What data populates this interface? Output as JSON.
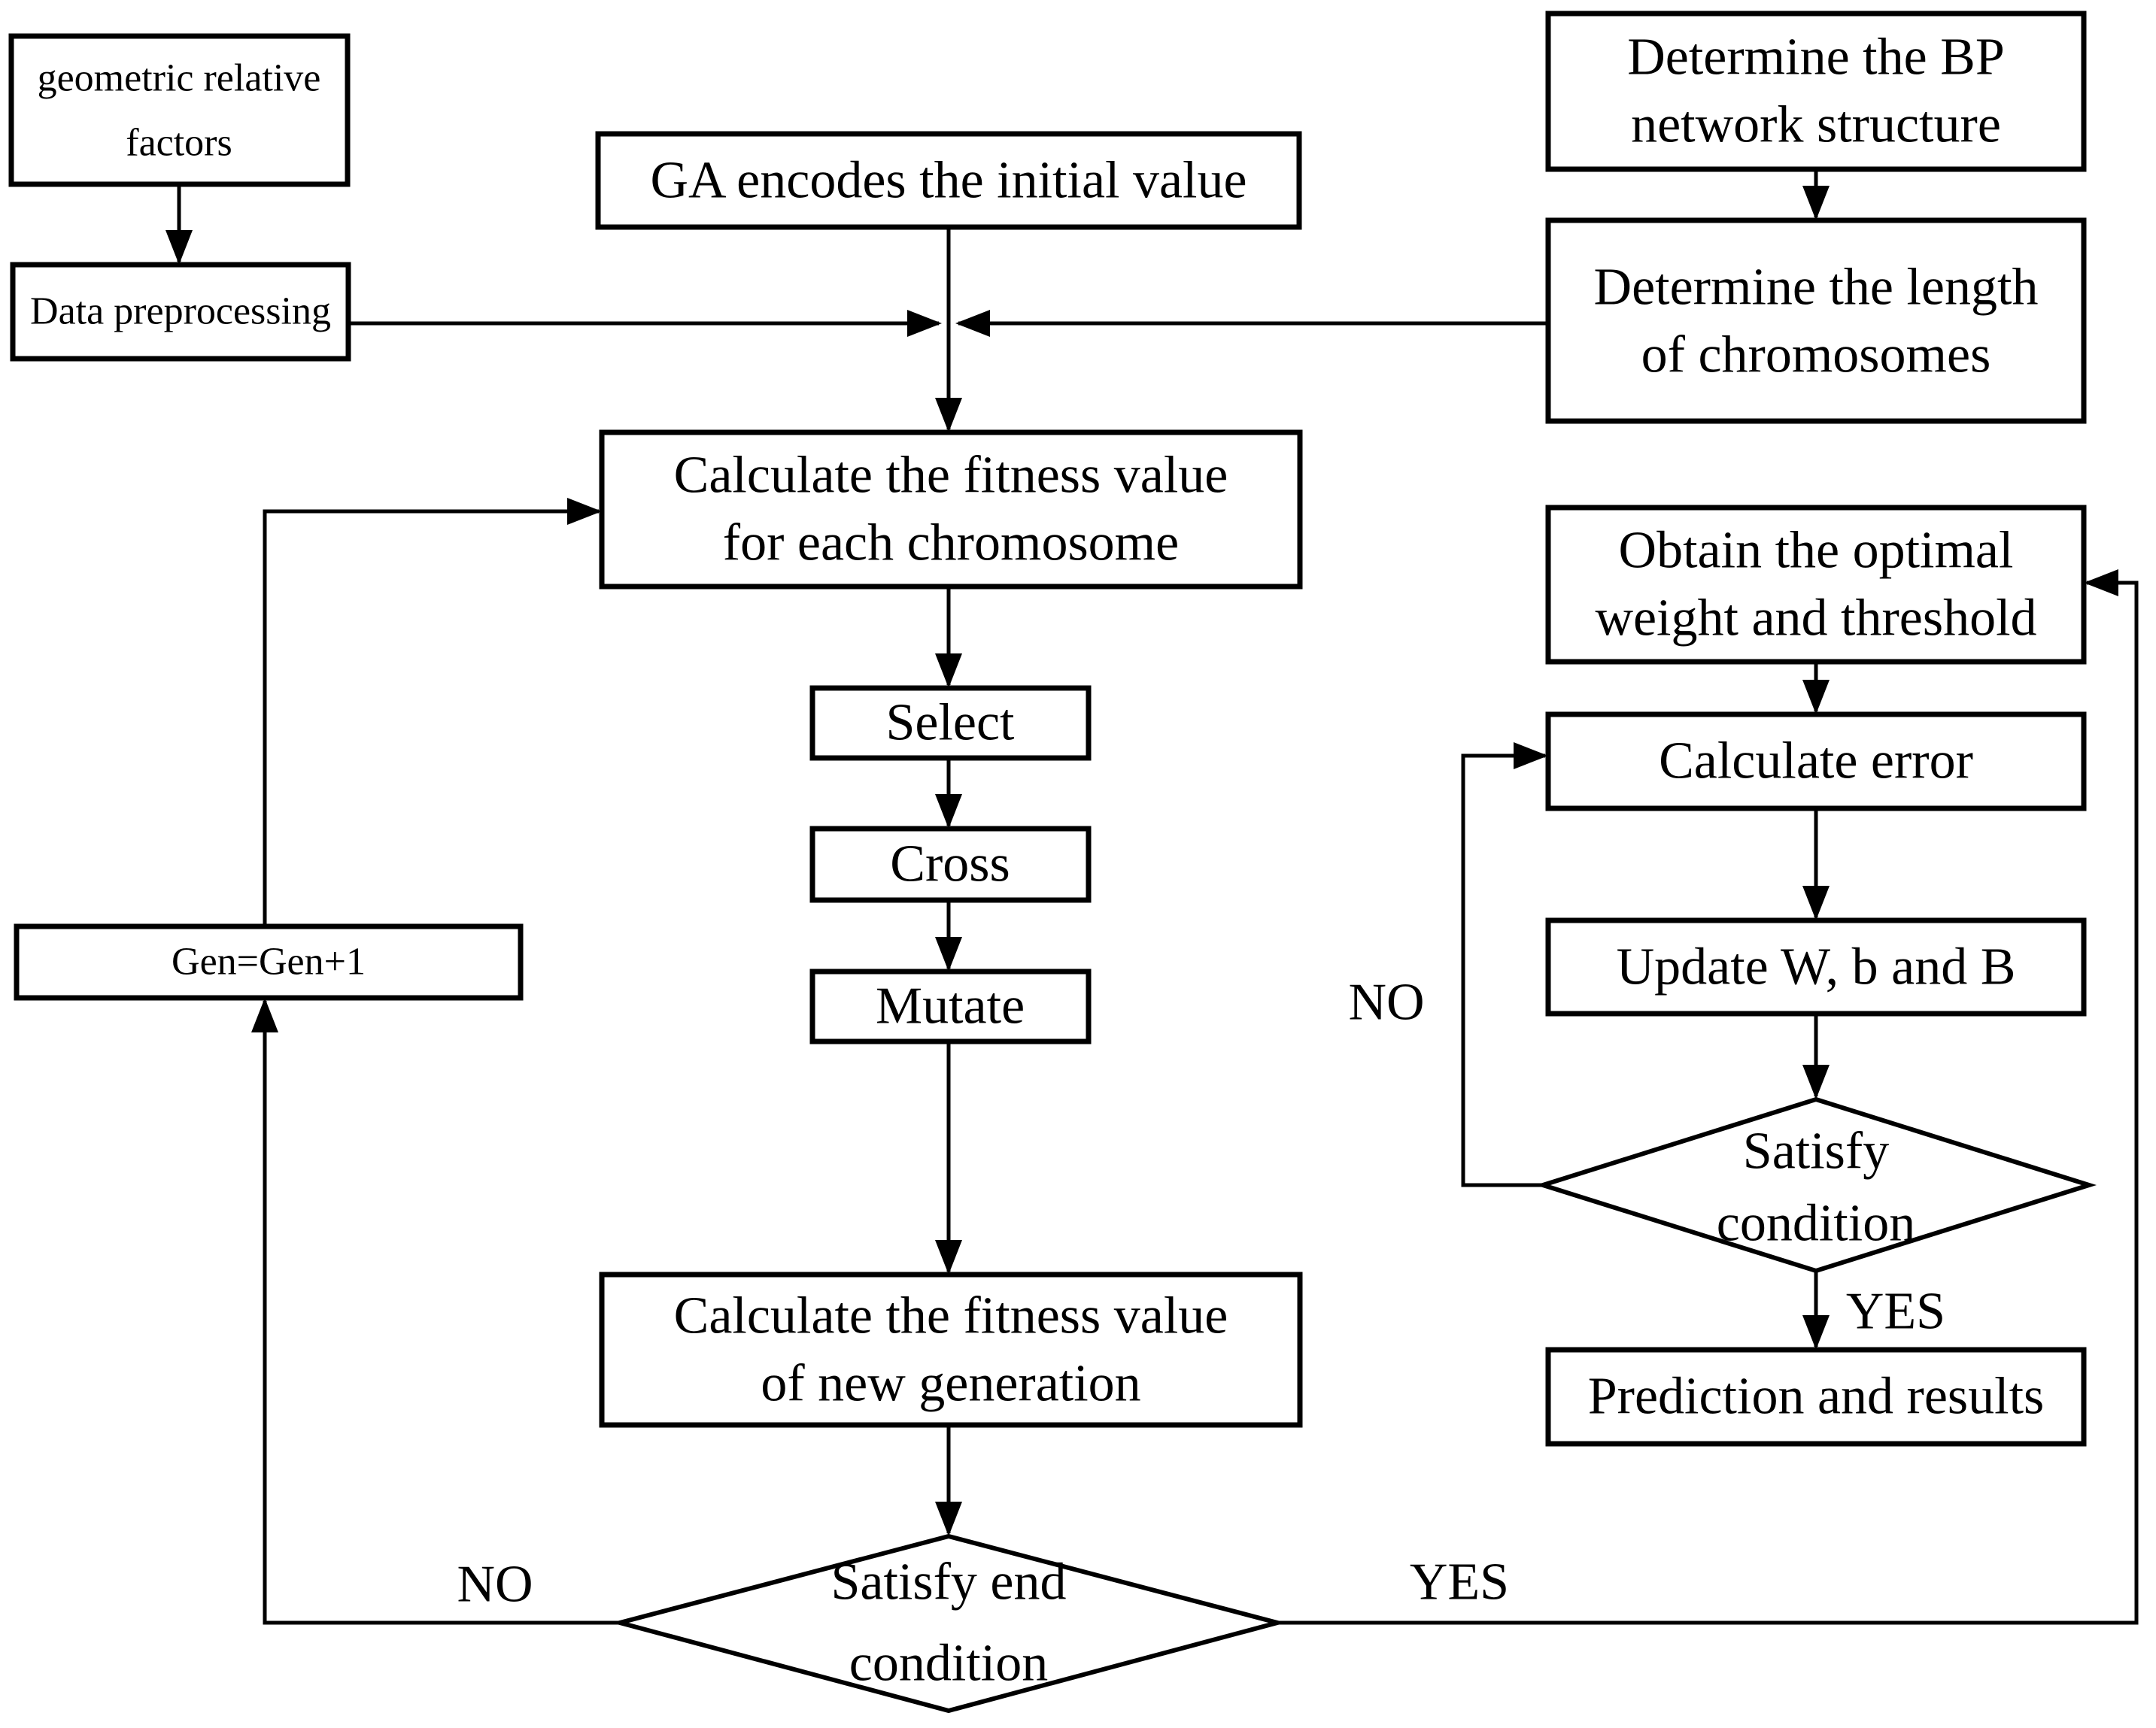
{
  "figure": {
    "type": "flowchart",
    "background_color": "#ffffff",
    "line_color": "#000000",
    "text_color": "#000000"
  },
  "nodes": {
    "geometric_factors": {
      "line1": "geometric relative",
      "line2": "factors"
    },
    "data_preprocessing": {
      "label": "Data preprocessing"
    },
    "gen_increment": {
      "label": "Gen=Gen+1"
    },
    "ga_encode": {
      "label": "GA encodes the initial value"
    },
    "calc_fitness_each": {
      "line1": "Calculate the fitness value",
      "line2": "for each chromosome"
    },
    "select": {
      "label": "Select"
    },
    "cross": {
      "label": "Cross"
    },
    "mutate": {
      "label": "Mutate"
    },
    "calc_fitness_new": {
      "line1": "Calculate the fitness value",
      "line2": "of new generation"
    },
    "satisfy_end": {
      "line1": "Satisfy end",
      "line2": "condition"
    },
    "bp_structure": {
      "line1": "Determine the BP",
      "line2": "network structure"
    },
    "chromosome_length": {
      "line1": "Determine the length",
      "line2": "of chromosomes"
    },
    "obtain_optimal": {
      "line1": "Obtain the optimal",
      "line2": "weight and threshold"
    },
    "calc_error": {
      "label": "Calculate error"
    },
    "update_wbb": {
      "label": "Update W, b and B"
    },
    "satisfy_condition": {
      "line1": "Satisfy",
      "line2": "condition"
    },
    "prediction_results": {
      "label": "Prediction and results"
    }
  },
  "edge_labels": {
    "no_bottom": "NO",
    "yes_bottom": "YES",
    "no_right": "NO",
    "yes_right": "YES"
  }
}
